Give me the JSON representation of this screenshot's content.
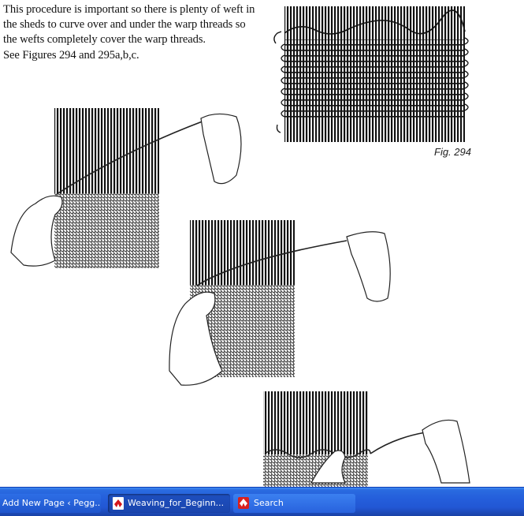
{
  "document": {
    "paragraph_lines": [
      "This procedure is important so there is plenty of weft in",
      "the sheds to curve over and under the warp threads so",
      "the wefts completely cover the warp threads.",
      "See Figures 294 and 295a,b,c."
    ],
    "figure_caption": "Fig. 294"
  },
  "taskbar": {
    "buttons": [
      {
        "label": "Add New Page ‹ Pegg...",
        "icon": "browser-icon",
        "active": false
      },
      {
        "label": "Weaving_for_Beginn...",
        "icon": "pdf-icon",
        "active": true
      },
      {
        "label": "Search",
        "icon": "search-icon",
        "active": false
      }
    ]
  },
  "colors": {
    "taskbar_blue": "#245edb",
    "pdf_red": "#d4161c",
    "ink": "#111111"
  }
}
